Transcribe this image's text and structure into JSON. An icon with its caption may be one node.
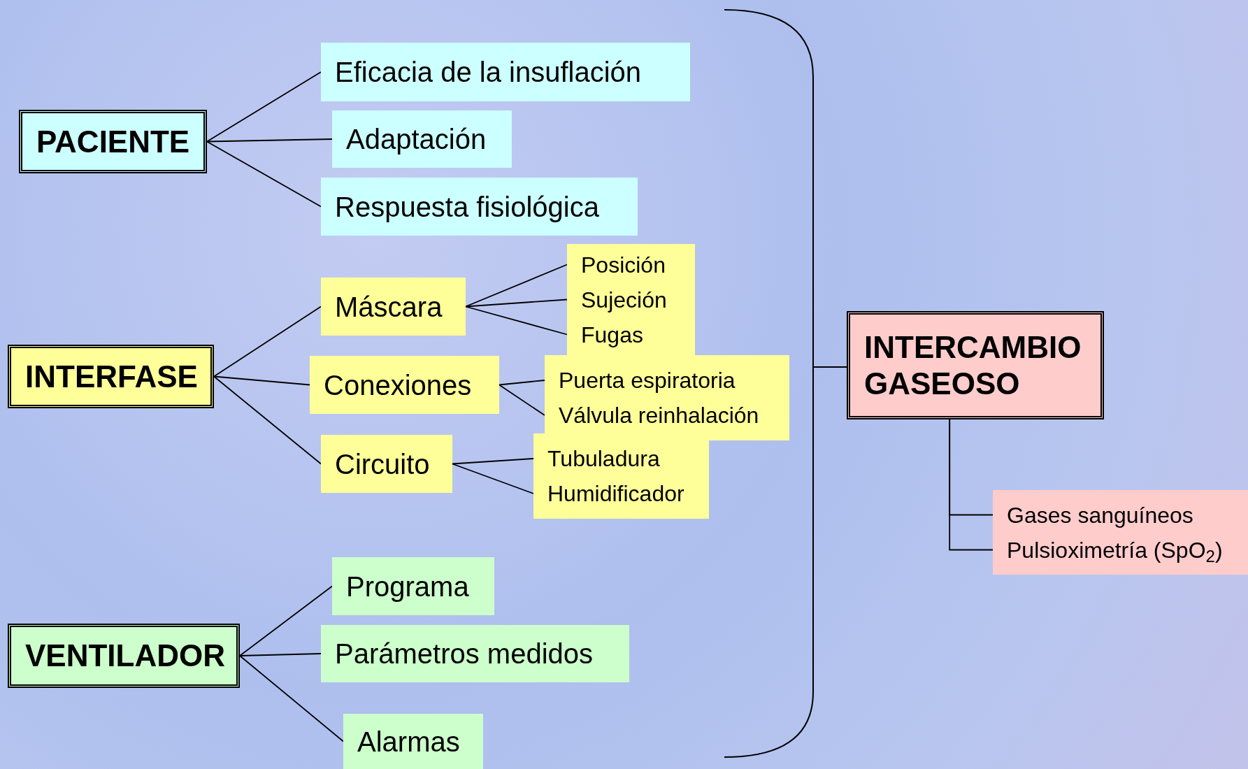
{
  "diagram": {
    "nodes": [
      {
        "text": [
          "PACIENTE"
        ]
      },
      {
        "text": [
          "Eficacia de la insuflación"
        ]
      },
      {
        "text": [
          "Adaptación"
        ]
      },
      {
        "text": [
          "Respuesta fisiológica"
        ]
      },
      {
        "text": [
          "INTERFASE"
        ]
      },
      {
        "text": [
          "Máscara"
        ]
      },
      {
        "text": [],
        "shape": "box"
      },
      {
        "text": [
          "Posición"
        ],
        "in": 6
      },
      {
        "text": [
          "Sujeción"
        ],
        "in": 6
      },
      {
        "text": [
          "Fugas"
        ],
        "in": 6
      },
      {
        "text": [
          "Conexiones"
        ]
      },
      {
        "text": [],
        "shape": "box"
      },
      {
        "text": [
          "Puerta espiratoria"
        ],
        "in": 11
      },
      {
        "text": [
          "Válvula reinhalación"
        ],
        "in": 11
      },
      {
        "text": [
          "Circuito"
        ]
      },
      {
        "text": [],
        "shape": "box"
      },
      {
        "text": [
          "Tubuladura"
        ],
        "in": 15
      },
      {
        "text": [
          "Humidificador"
        ],
        "in": 15
      },
      {
        "text": [
          "VENTILADOR"
        ]
      },
      {
        "text": [
          "Programa"
        ]
      },
      {
        "text": [
          "Parámetros medidos"
        ]
      },
      {
        "text": [
          "Alarmas"
        ]
      },
      {
        "text": [
          "INTERCAMBIO GASEOSO"
        ]
      },
      {
        "text": [],
        "shape": "box"
      },
      {
        "text": [
          "Gases sanguíneos"
        ],
        "in": 23
      },
      {
        "text": [
          "Pulsioximetría (SpO$_{2}$)"
        ],
        "in": 23
      }
    ],
    "edges": [
      {
        "from": 0,
        "to": 1,
        "arrow": "none"
      },
      {
        "from": 0,
        "to": 2,
        "arrow": "none"
      },
      {
        "from": 0,
        "to": 3,
        "arrow": "none"
      },
      {
        "from": 4,
        "to": 5,
        "arrow": "none"
      },
      {
        "from": 4,
        "to": 10,
        "arrow": "none"
      },
      {
        "from": 4,
        "to": 14,
        "arrow": "none"
      },
      {
        "from": 5,
        "to": 7,
        "arrow": "none"
      },
      {
        "from": 5,
        "to": 8,
        "arrow": "none"
      },
      {
        "from": 5,
        "to": 9,
        "arrow": "none"
      },
      {
        "from": 10,
        "to": 12,
        "arrow": "none"
      },
      {
        "from": 10,
        "to": 13,
        "arrow": "none"
      },
      {
        "from": 14,
        "to": 16,
        "arrow": "none"
      },
      {
        "from": 14,
        "to": 17,
        "arrow": "none"
      },
      {
        "from": 18,
        "to": 19,
        "arrow": "none"
      },
      {
        "from": 18,
        "to": 20,
        "arrow": "none"
      },
      {
        "from": 18,
        "to": 21,
        "arrow": "none"
      },
      {
        "from": 22,
        "to": 24,
        "arrow": "none"
      },
      {
        "from": 22,
        "to": 25,
        "arrow": "none"
      }
    ]
  }
}
